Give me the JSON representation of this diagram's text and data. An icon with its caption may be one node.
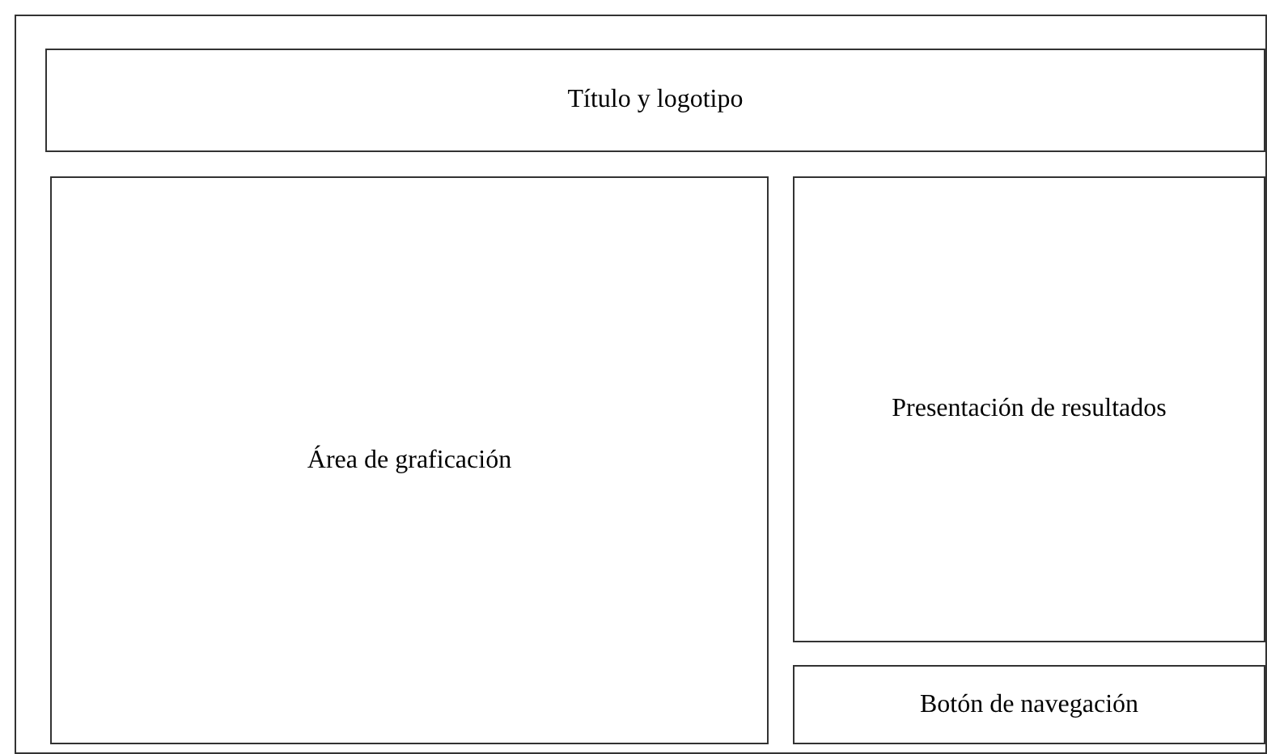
{
  "diagram": {
    "nodes": [
      {
        "text": [],
        "shape": "box"
      },
      {
        "text": [
          "Título y logotipo"
        ],
        "in": 0
      },
      {
        "text": [
          "Área de graficación"
        ],
        "in": 0
      },
      {
        "text": [
          "Presentación de resultados"
        ],
        "in": 0
      },
      {
        "text": [
          "Botón de navegación"
        ],
        "in": 0
      }
    ]
  }
}
